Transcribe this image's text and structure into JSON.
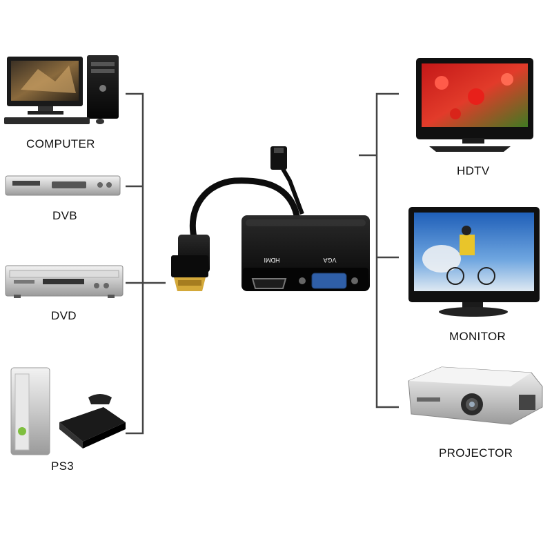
{
  "sources": [
    {
      "id": "computer",
      "label": "COMPUTER"
    },
    {
      "id": "dvb",
      "label": "DVB"
    },
    {
      "id": "dvd",
      "label": "DVD"
    },
    {
      "id": "ps3",
      "label": "PS3"
    }
  ],
  "outputs": [
    {
      "id": "hdtv",
      "label": "HDTV"
    },
    {
      "id": "monitor",
      "label": "MONITOR"
    },
    {
      "id": "projector",
      "label": "PROJECTOR"
    }
  ],
  "adapter": {
    "port_hdmi_label": "HDMI",
    "port_vga_label": "VGA"
  },
  "colors": {
    "connector_line": "#444444",
    "adapter_body": "#111111",
    "vga_port": "#2f5fa8"
  }
}
